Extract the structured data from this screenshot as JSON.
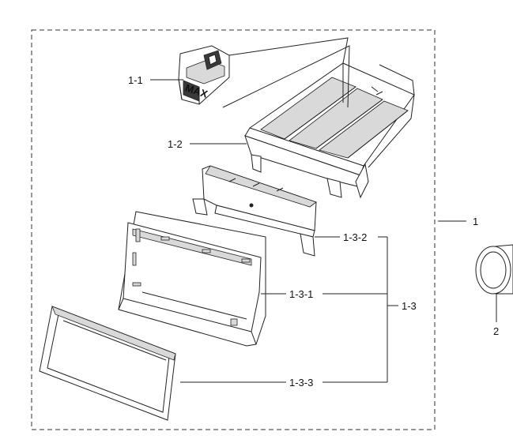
{
  "labels": {
    "part_1": "1",
    "part_1_1": "1-1",
    "part_1_2": "1-2",
    "part_1_3": "1-3",
    "part_1_3_1": "1-3-1",
    "part_1_3_2": "1-3-2",
    "part_1_3_3": "1-3-3",
    "part_2": "2",
    "max_marking": "MAX"
  }
}
